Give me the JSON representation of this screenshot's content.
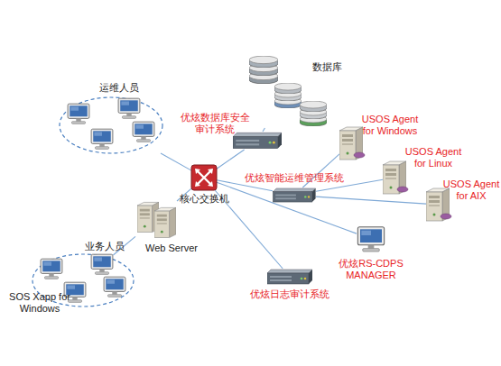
{
  "diagram": {
    "nodes": [
      {
        "text": [
          "运维人员"
        ]
      },
      {
        "text": [
          "数据库"
        ]
      },
      {
        "text": [
          "优炫数据库安全 审计系统"
        ]
      },
      {
        "text": [
          "USOS Agent for Windows"
        ]
      },
      {
        "text": [
          "核心交换机"
        ]
      },
      {
        "text": [
          "优炫智能运维管理系统"
        ]
      },
      {
        "text": [
          "USOS Agent for Linux"
        ]
      },
      {
        "text": [
          "USOS Agent for AIX"
        ]
      },
      {
        "text": [
          "Web Server"
        ]
      },
      {
        "text": [
          "业务人员",
          "SOS Xapp for Windows"
        ]
      },
      {
        "text": [
          "优炫RS-CDPS MANAGER"
        ]
      },
      {
        "text": [
          "优炫日志审计系统"
        ]
      }
    ],
    "edges": [
      {
        "from": 0,
        "to": 4,
        "arrow": "none"
      },
      {
        "from": 4,
        "to": 8,
        "arrow": "none"
      },
      {
        "from": 8,
        "to": 9,
        "arrow": "none"
      },
      {
        "from": 4,
        "to": 2,
        "arrow": "none"
      },
      {
        "from": 2,
        "to": 1,
        "arrow": "none"
      },
      {
        "from": 4,
        "to": 5,
        "arrow": "none"
      },
      {
        "from": 5,
        "to": 3,
        "arrow": "none"
      },
      {
        "from": 5,
        "to": 6,
        "arrow": "none"
      },
      {
        "from": 5,
        "to": 7,
        "arrow": "none"
      },
      {
        "from": 4,
        "to": 10,
        "arrow": "none"
      },
      {
        "from": 4,
        "to": 11,
        "arrow": "none"
      }
    ]
  }
}
